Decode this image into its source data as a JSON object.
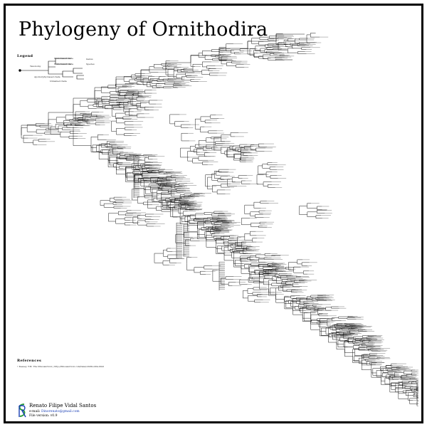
{
  "poster": {
    "title": "Phylogeny of Ornithodira"
  },
  "legend": {
    "heading": "Legend",
    "labels": [
      "Taxonomy",
      "Stem-based clade",
      "Node-based clade",
      "Apomorphy-based clade",
      "Unnamed clade",
      "Genus",
      "Species"
    ]
  },
  "references": {
    "heading": "References",
    "text": "• Keesey, T.M. The Dinosauricon | http://dinosauricon.com/taxa/ornithodira.html"
  },
  "author": {
    "name": "Renato Filipe Vidal Santos",
    "email_prefix": "e-mail:",
    "email": "Dinorenato@gmail.com",
    "version": "File version: v0.9",
    "logo_colors": [
      "#2a9d3a",
      "#1a3fb5"
    ]
  },
  "diagram": {
    "type": "cladogram",
    "orientation": "left-to-right branching, rectangular connectors"
  }
}
